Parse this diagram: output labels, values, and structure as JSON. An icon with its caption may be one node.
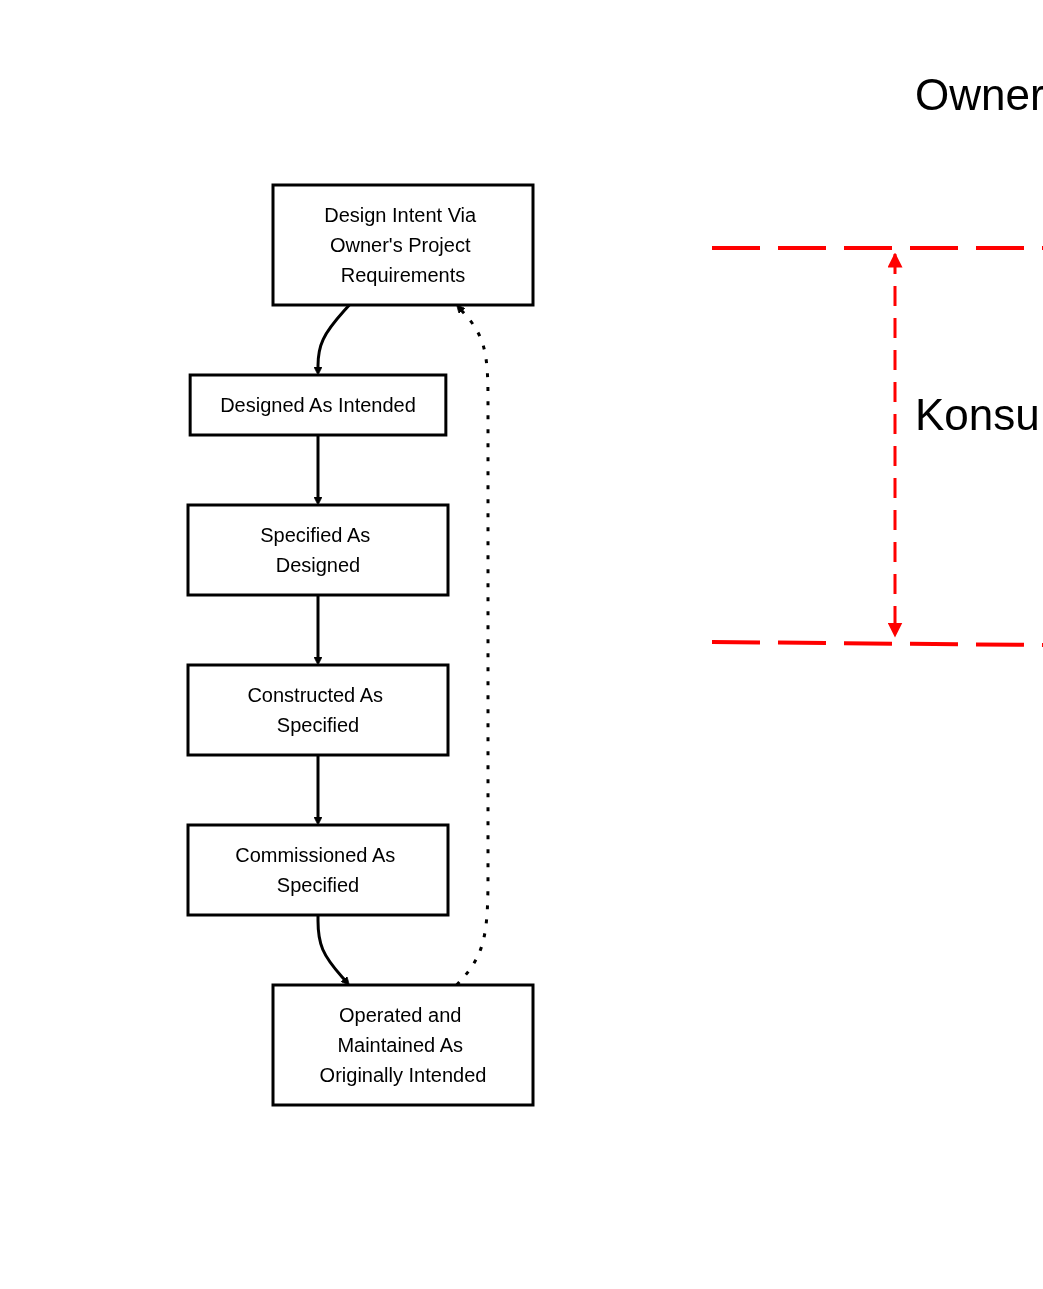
{
  "diagram": {
    "nodes": [
      {
        "text": [
          "Design Intent Via Owner's Project Requirements"
        ]
      },
      {
        "text": [
          "Designed As Intended"
        ]
      },
      {
        "text": [
          "Specified As Designed"
        ]
      },
      {
        "text": [
          "Constructed As Specified"
        ]
      },
      {
        "text": [
          "Commissioned As Specified"
        ]
      },
      {
        "text": [
          "Operated and Maintained As Originally Intended"
        ]
      }
    ],
    "edges": [
      {
        "from": 0,
        "to": 1,
        "arrow": "to"
      },
      {
        "from": 1,
        "to": 2,
        "arrow": "to"
      },
      {
        "from": 2,
        "to": 3,
        "arrow": "to"
      },
      {
        "from": 3,
        "to": 4,
        "arrow": "to"
      },
      {
        "from": 4,
        "to": 5,
        "arrow": "to"
      },
      {
        "from": 5,
        "to": 0,
        "arrow": "to",
        "style": "dashed"
      }
    ],
    "labels": [
      "Owner",
      "Konsu"
    ]
  }
}
